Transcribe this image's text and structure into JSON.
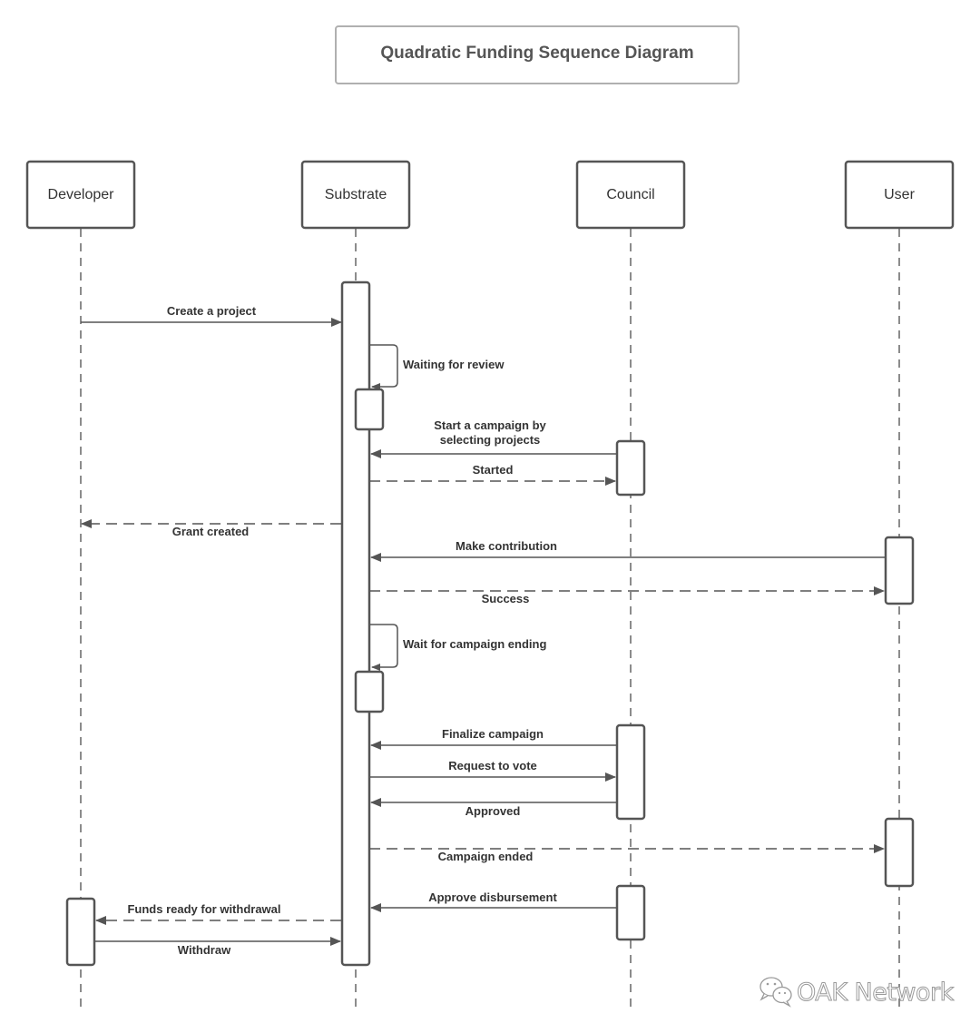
{
  "title": "Quadratic Funding Sequence Diagram",
  "actors": [
    "Developer",
    "Substrate",
    "Council",
    "User"
  ],
  "messages": [
    {
      "label": "Create a project",
      "from": "Developer",
      "to": "Substrate",
      "style": "solid"
    },
    {
      "label": "Waiting for review",
      "from": "Substrate",
      "to": "Substrate",
      "style": "self"
    },
    {
      "label": "Start a campaign by",
      "label_line2": "selecting projects",
      "from": "Council",
      "to": "Substrate",
      "style": "solid"
    },
    {
      "label": "Started",
      "from": "Substrate",
      "to": "Council",
      "style": "dashed"
    },
    {
      "label": "Grant created",
      "from": "Substrate",
      "to": "Developer",
      "style": "dashed"
    },
    {
      "label": "Make contribution",
      "from": "User",
      "to": "Substrate",
      "style": "solid"
    },
    {
      "label": "Success",
      "from": "Substrate",
      "to": "User",
      "style": "dashed"
    },
    {
      "label": "Wait for campaign ending",
      "from": "Substrate",
      "to": "Substrate",
      "style": "self"
    },
    {
      "label": "Finalize campaign",
      "from": "Council",
      "to": "Substrate",
      "style": "solid"
    },
    {
      "label": "Request to vote",
      "from": "Substrate",
      "to": "Council",
      "style": "solid"
    },
    {
      "label": "Approved",
      "from": "Council",
      "to": "Substrate",
      "style": "solid"
    },
    {
      "label": "Campaign ended",
      "from": "Substrate",
      "to": "User",
      "style": "dashed"
    },
    {
      "label": "Approve disbursement",
      "from": "Council",
      "to": "Substrate",
      "style": "solid"
    },
    {
      "label": "Funds ready for withdrawal",
      "from": "Substrate",
      "to": "Developer",
      "style": "dashed"
    },
    {
      "label": "Withdraw",
      "from": "Developer",
      "to": "Substrate",
      "style": "solid"
    }
  ],
  "watermark": "OAK Network",
  "watermark_icon": "wechat-icon"
}
